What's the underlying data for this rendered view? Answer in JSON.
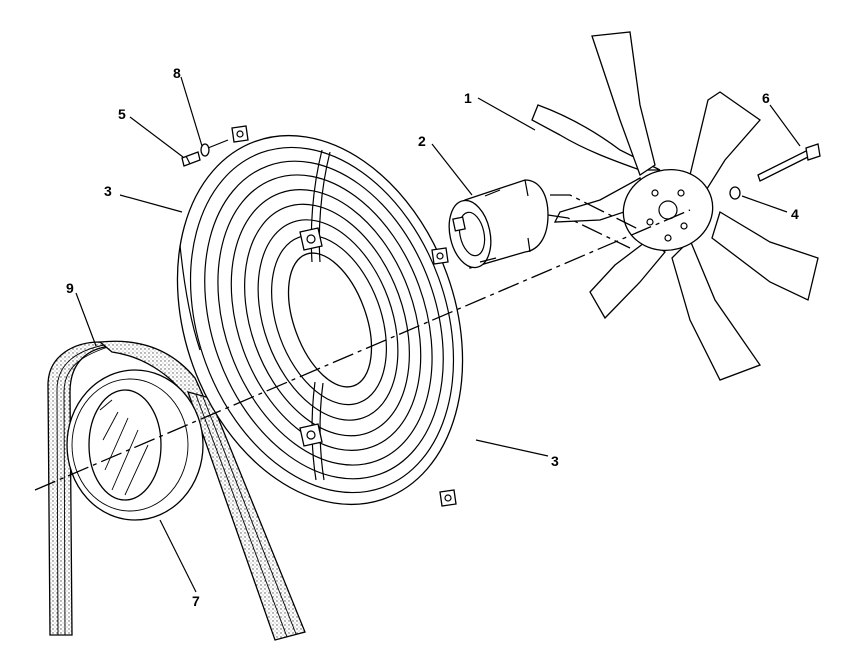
{
  "callouts": {
    "c1": "1",
    "c2": "2",
    "c3a": "3",
    "c3b": "3",
    "c4": "4",
    "c5": "5",
    "c6": "6",
    "c7": "7",
    "c8": "8",
    "c9": "9"
  },
  "colors": {
    "line": "#000000",
    "background": "#ffffff",
    "stipple": "#555555"
  }
}
